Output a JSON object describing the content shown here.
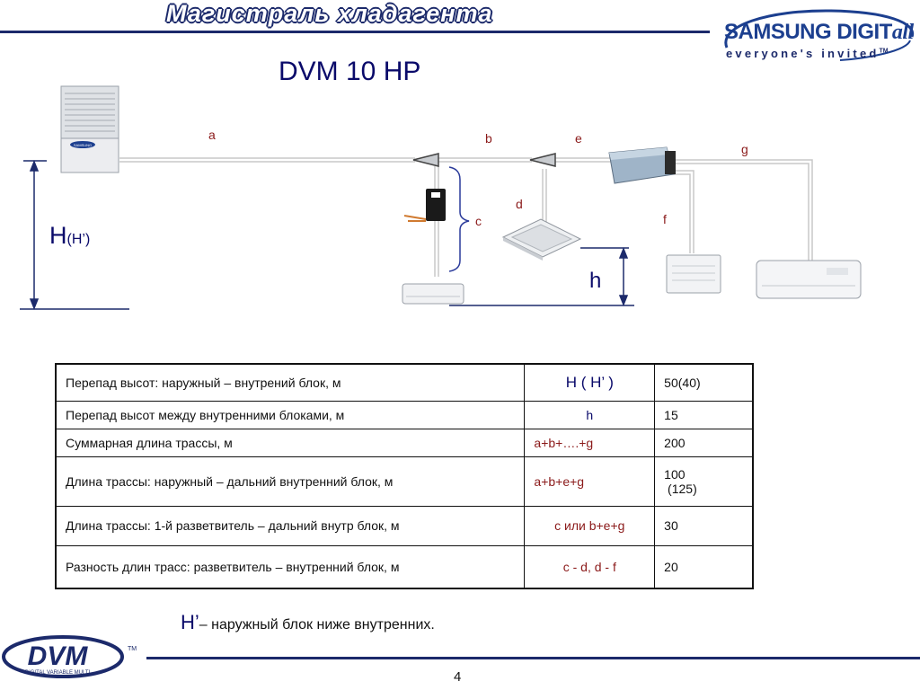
{
  "header": {
    "banner_title": "Магистраль хладагента",
    "brand_name": "SAMSUNG DIGIT",
    "brand_suffix": "all",
    "brand_tagline": "everyone's invited",
    "brand_tm": "TM",
    "page_title": "DVM 10 HP"
  },
  "diagram": {
    "pipe_labels": {
      "a": "a",
      "b": "b",
      "c": "c",
      "d": "d",
      "e": "e",
      "f": "f",
      "g": "g"
    },
    "height_label_main": "H",
    "height_label_alt": "(H’)",
    "height_label_small": "h",
    "outdoor_unit_logo": "SAMSUNG",
    "colors": {
      "pipe": "#c8c8c8",
      "dimension": "#1c2a6b",
      "label": "#8b1a1a",
      "bracket": "#2a3a9a"
    }
  },
  "table": {
    "rows": [
      {
        "description": "Перепад высот: наружный – внутрений блок, м",
        "symbol": "H ( H’ )",
        "value": "50(40)"
      },
      {
        "description": "Перепад высот  между внутренними блоками, м",
        "symbol": "h",
        "value": "15"
      },
      {
        "description": "Суммарная длина трассы, м",
        "symbol": "a+b+….+g",
        "value": "200"
      },
      {
        "description": "Длина трассы: наружный – дальний внутренний блок, м",
        "symbol": "a+b+e+g",
        "value": "100",
        "value_extra": " (125)"
      },
      {
        "description": "Длина трассы: 1-й разветвитель – дальний внутр блок, м",
        "symbol": "c или b+e+g",
        "value": "30"
      },
      {
        "description": "Разность длин трасс: разветвитель – внутренний блок, м",
        "symbol": "c - d, d - f",
        "value": "20"
      }
    ]
  },
  "note": {
    "symbol": "H’",
    "text": "– наружный блок ниже внутренних."
  },
  "footer": {
    "page_number": "4",
    "dvm_logo_text": "DVM",
    "dvm_logo_subtitle": "DIGITAL VARIABLE MULTI",
    "dvm_logo_tm": "TM"
  }
}
